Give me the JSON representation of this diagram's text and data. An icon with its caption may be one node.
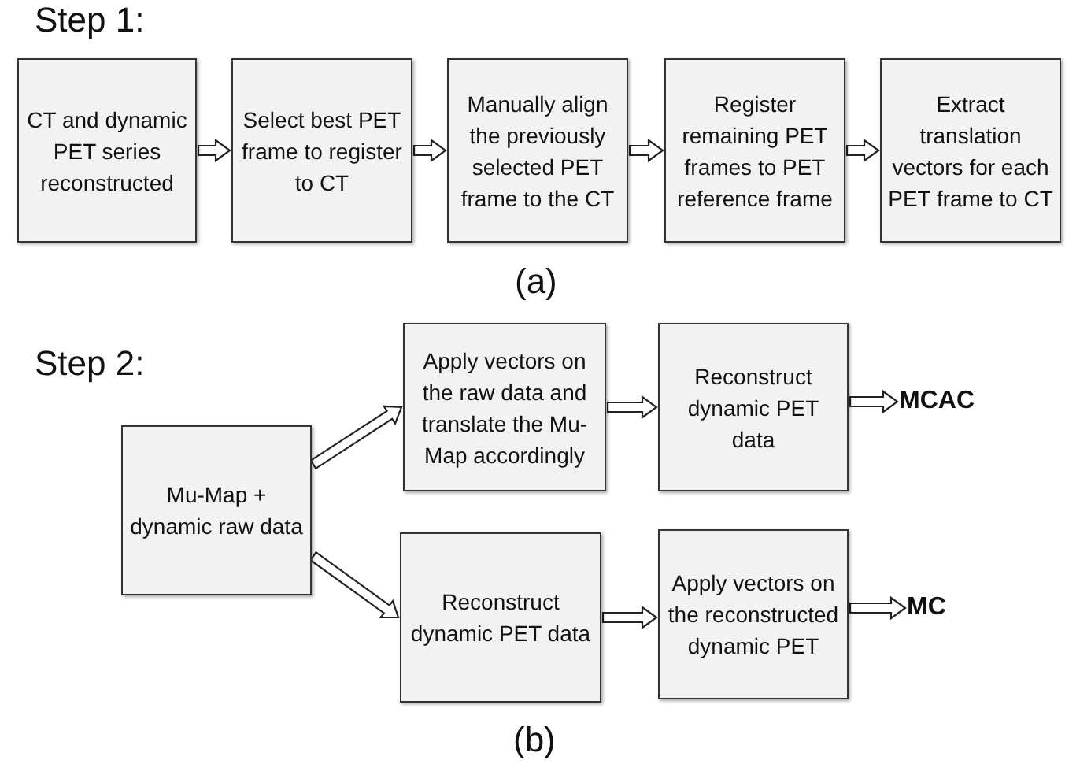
{
  "diagram": {
    "nodes": [
      {
        "text": [
          "CT and dynamic PET series reconstructed"
        ]
      },
      {
        "text": [
          "Select best PET frame to register to CT"
        ]
      },
      {
        "text": [
          "Manually align the previously selected PET frame to the CT"
        ]
      },
      {
        "text": [
          "Register remaining PET frames to PET reference frame"
        ]
      },
      {
        "text": [
          "Extract translation vectors for each PET frame to CT"
        ]
      },
      {
        "text": [
          "Mu-Map + dynamic raw data"
        ]
      },
      {
        "text": [
          "Apply vectors on the raw data and translate the Mu-Map accordingly"
        ]
      },
      {
        "text": [
          "Reconstruct dynamic PET data"
        ]
      },
      {
        "text": [
          "MCAC"
        ]
      },
      {
        "text": [
          "Reconstruct dynamic PET data"
        ]
      },
      {
        "text": [
          "Apply vectors on the reconstructed dynamic PET"
        ]
      },
      {
        "text": [
          "MC"
        ]
      }
    ],
    "edges": [
      {
        "from": 0,
        "to": 1,
        "arrow": "to"
      },
      {
        "from": 1,
        "to": 2,
        "arrow": "to"
      },
      {
        "from": 2,
        "to": 3,
        "arrow": "to"
      },
      {
        "from": 3,
        "to": 4,
        "arrow": "to"
      },
      {
        "from": 5,
        "to": 6,
        "arrow": "to"
      },
      {
        "from": 6,
        "to": 7,
        "arrow": "to"
      },
      {
        "from": 7,
        "to": 8,
        "arrow": "to"
      },
      {
        "from": 5,
        "to": 9,
        "arrow": "to"
      },
      {
        "from": 9,
        "to": 10,
        "arrow": "to"
      },
      {
        "from": 10,
        "to": 11,
        "arrow": "to"
      }
    ],
    "labels": [
      "Step 1:",
      "(a)",
      "Step 2:",
      "(b)"
    ]
  }
}
